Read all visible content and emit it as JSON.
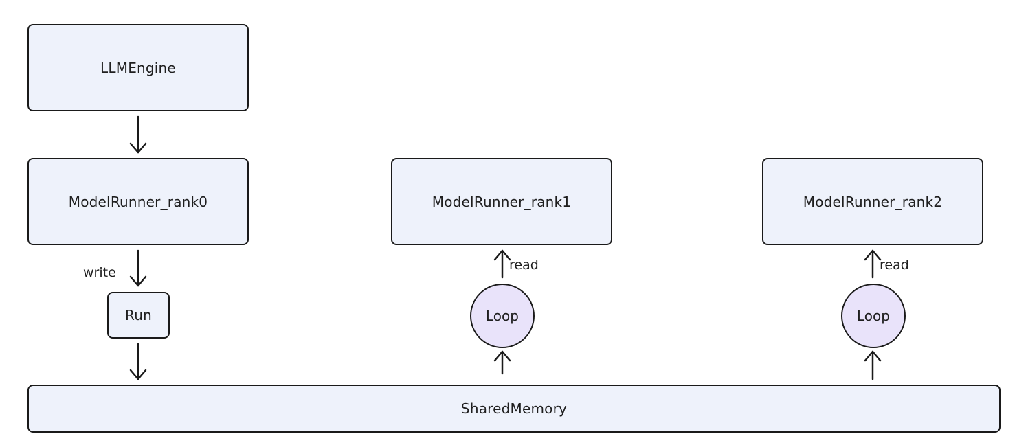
{
  "nodes": {
    "llm_engine": "LLMEngine",
    "runner_rank0": "ModelRunner_rank0",
    "runner_rank1": "ModelRunner_rank1",
    "runner_rank2": "ModelRunner_rank2",
    "run": "Run",
    "loop_rank1": "Loop",
    "loop_rank2": "Loop",
    "shared_memory": "SharedMemory"
  },
  "edges": {
    "write": "write",
    "read_rank1": "read",
    "read_rank2": "read"
  }
}
